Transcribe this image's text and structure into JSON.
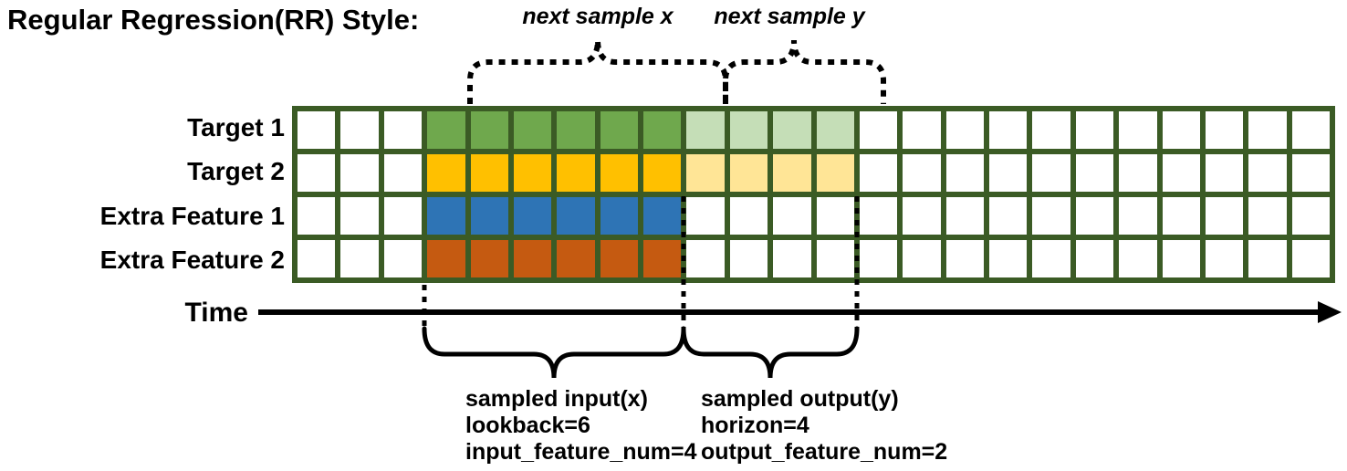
{
  "title": "Regular Regression(RR) Style:",
  "top_annotations": {
    "next_sample_x": "next sample x",
    "next_sample_y": "next sample y"
  },
  "time_axis": {
    "label": "Time"
  },
  "grid": {
    "columns": 24,
    "input_start": 3,
    "input_len": 6,
    "output_len": 4,
    "border_color": "#3b5b25",
    "rows": [
      {
        "label": "Target 1",
        "input_color": "#6fa84d",
        "output_color": "#c5deb7"
      },
      {
        "label": "Target 2",
        "input_color": "#ffc000",
        "output_color": "#ffe596"
      },
      {
        "label": "Extra Feature 1",
        "input_color": "#2e74b5",
        "output_color": null
      },
      {
        "label": "Extra Feature 2",
        "input_color": "#c55a11",
        "output_color": null
      }
    ]
  },
  "bottom_annotations": {
    "input": {
      "title": "sampled input(x)",
      "lookback": "lookback=6",
      "feature_num": "input_feature_num=4"
    },
    "output": {
      "title": "sampled output(y)",
      "horizon": "horizon=4",
      "feature_num": "output_feature_num=2"
    }
  },
  "colors": {
    "grid_border": "#3b5b25",
    "target1_input": "#6fa84d",
    "target1_output": "#c5deb7",
    "target2_input": "#ffc000",
    "target2_output": "#ffe596",
    "extra_feature1_input": "#2e74b5",
    "extra_feature2_input": "#c55a11",
    "annotation_line": "#000000"
  }
}
